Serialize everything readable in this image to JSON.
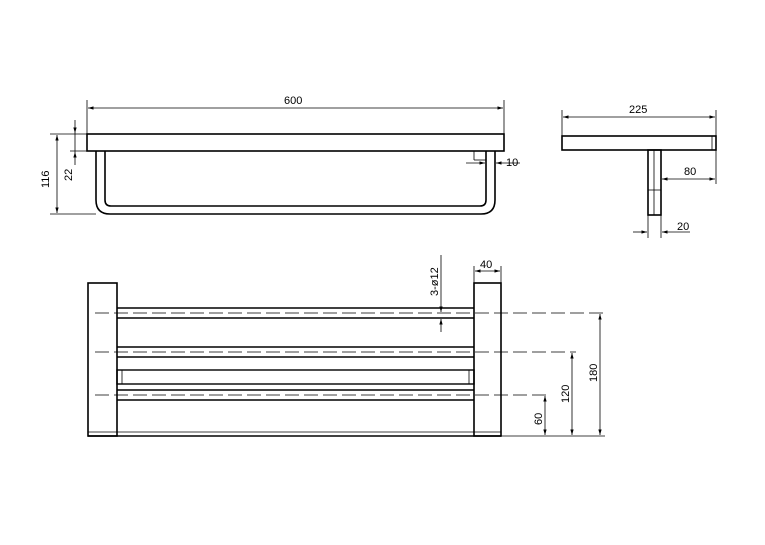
{
  "dimensions": {
    "width_total": "600",
    "depth_total": "225",
    "height_overall": "116",
    "shelf_thickness": "22",
    "gap": "10",
    "bracket_depth": "80",
    "bracket_width": "20",
    "hole_spec": "3-ø12",
    "end_width": "40",
    "bar_height_1": "180",
    "bar_height_2": "120",
    "bar_height_3": "60"
  }
}
